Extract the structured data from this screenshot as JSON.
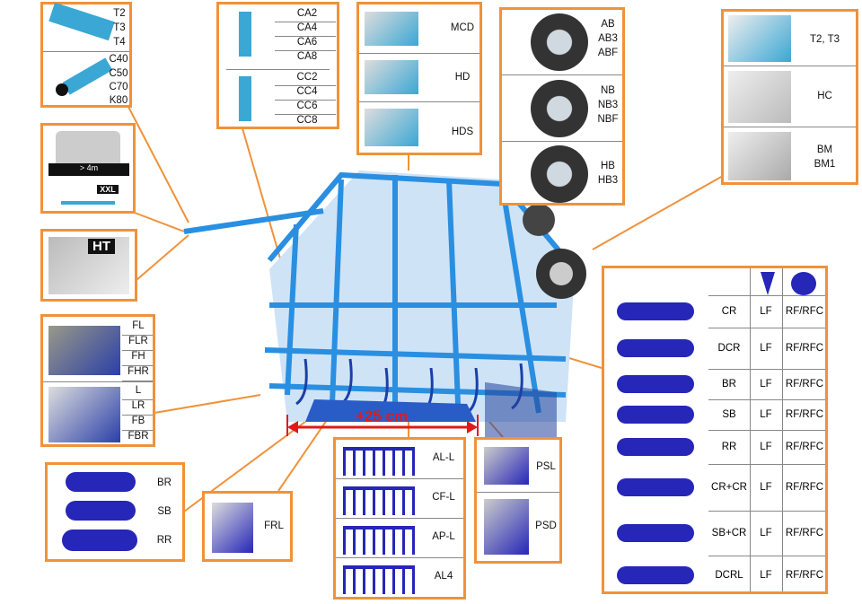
{
  "hitch": {
    "rows": [
      [
        "T2",
        "T3",
        "T4"
      ],
      [
        "C40",
        "C50",
        "C70",
        "K80"
      ]
    ]
  },
  "tines": {
    "ca": [
      "CA2",
      "CA4",
      "CA6",
      "CA8"
    ],
    "cc": [
      "CC2",
      "CC4",
      "CC6",
      "CC8"
    ]
  },
  "depth": {
    "rows": [
      "MCD",
      "HD",
      "HDS"
    ]
  },
  "wheels": {
    "rows": [
      [
        "AB",
        "AB3",
        "ABF"
      ],
      [
        "NB",
        "NB3",
        "NBF"
      ],
      [
        "HB",
        "HB3"
      ]
    ]
  },
  "rear": {
    "rows": [
      "T2, T3",
      "HC",
      [
        "BM",
        "BM1"
      ]
    ]
  },
  "xxl": {
    "width_label": "> 4m",
    "badge": "XXL"
  },
  "ht": {
    "badge": "HT"
  },
  "front": {
    "rows": [
      [
        "FL",
        "FLR",
        "FH",
        "FHR"
      ],
      [
        "L",
        "LR",
        "FB",
        "FBR"
      ]
    ]
  },
  "rollers_small": [
    "BR",
    "SB",
    "RR"
  ],
  "frl": "FRL",
  "tine_types": [
    "AL-L",
    "CF-L",
    "AP-L",
    "AL4"
  ],
  "harrow": [
    "PSL",
    "PSD"
  ],
  "width_extension": "+25 cm",
  "roller_table": {
    "headers": [
      "LF",
      "RF/RFC"
    ],
    "rows": [
      {
        "name": "CR",
        "lf": "LF",
        "rf": "RF/RFC"
      },
      {
        "name": "DCR",
        "lf": "LF",
        "rf": "RF/RFC"
      },
      {
        "name": "BR",
        "lf": "LF",
        "rf": "RF/RFC"
      },
      {
        "name": "SB",
        "lf": "LF",
        "rf": "RF/RFC"
      },
      {
        "name": "RR",
        "lf": "LF",
        "rf": "RF/RFC"
      },
      {
        "name": "CR+CR",
        "lf": "LF",
        "rf": "RF/RFC"
      },
      {
        "name": "SB+CR",
        "lf": "LF",
        "rf": "RF/RFC"
      },
      {
        "name": "DCRL",
        "lf": "LF",
        "rf": "RF/RFC"
      }
    ]
  },
  "colors": {
    "accent": "#f0923a",
    "machine": "#2a8fe0",
    "part": "#2626b8",
    "red": "#e01a1a"
  }
}
